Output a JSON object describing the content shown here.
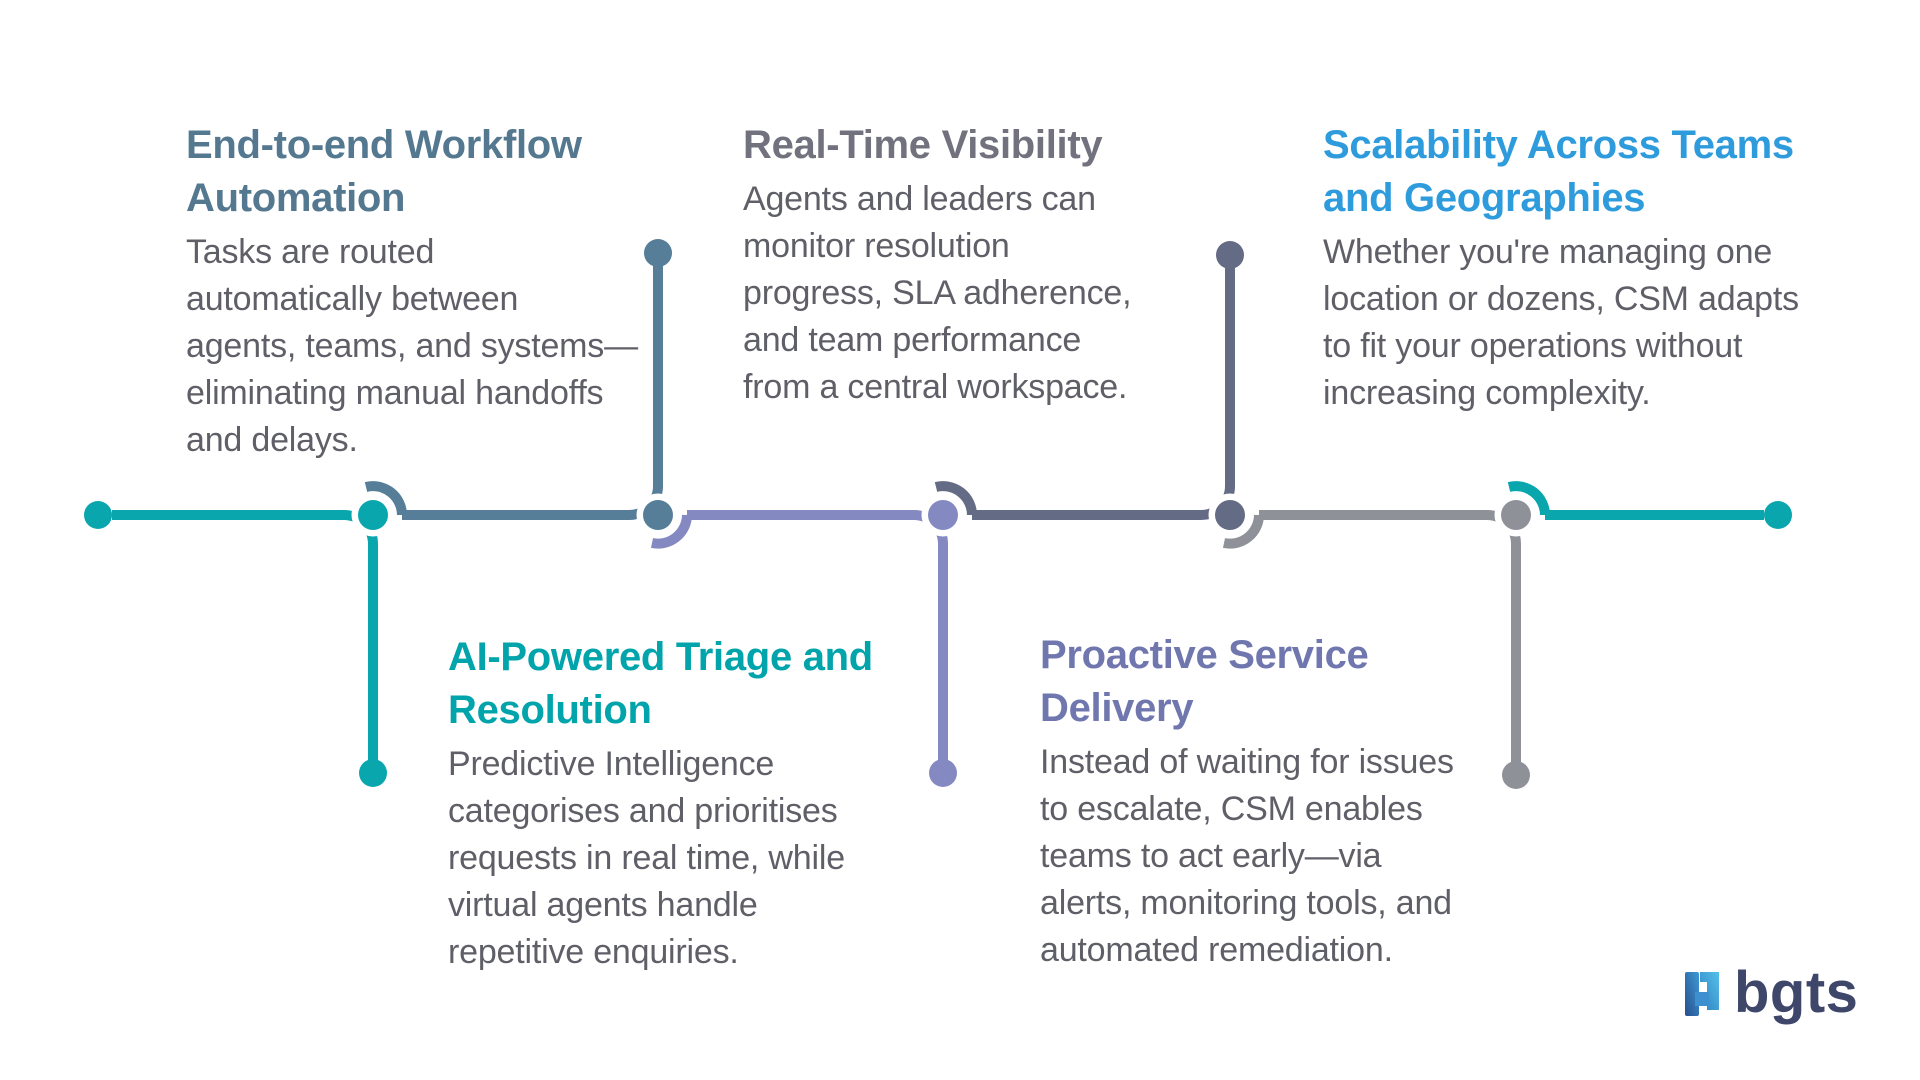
{
  "page": {
    "background": "#ffffff"
  },
  "cards": [
    {
      "id": "workflow-automation",
      "title": "End-to-end Workflow\nAutomation",
      "title_color": "#54788F",
      "body": "Tasks are routed\nautomatically between\nagents, teams, and systems—\neliminating manual handoffs\nand delays."
    },
    {
      "id": "realtime-visibility",
      "title": "Real-Time Visibility",
      "title_color": "#72727E",
      "body": "Agents and leaders can\nmonitor resolution\nprogress, SLA adherence,\nand team performance\nfrom a central workspace."
    },
    {
      "id": "scalability",
      "title": "Scalability Across Teams\nand Geographies",
      "title_color": "#2E9BDC",
      "body": "Whether you're managing one\nlocation or dozens, CSM adapts\nto fit your operations without\nincreasing complexity."
    },
    {
      "id": "ai-triage",
      "title": "AI-Powered Triage and\nResolution",
      "title_color": "#00A4AA",
      "body": "Predictive Intelligence\ncategorises and prioritises\nrequests in real time, while\nvirtual agents handle\nrepetitive enquiries."
    },
    {
      "id": "proactive-service",
      "title": "Proactive Service\nDelivery",
      "title_color": "#6F77AE",
      "body": "Instead of waiting for issues\nto escalate, CSM enables\nteams to act early—via\nalerts, monitoring tools, and\nautomated remediation."
    }
  ],
  "text": {
    "body_color": "#5F5F68"
  },
  "timeline": {
    "segment_colors": {
      "teal": "#0AA6AE",
      "steel": "#567E99",
      "lavender": "#8489C1",
      "slate": "#646B85",
      "gray": "#8E9198"
    }
  },
  "logo": {
    "text": "bgts",
    "text_color": "#3E4669",
    "mark_colors": [
      "#274E8D",
      "#2F7FC0",
      "#55C0EA"
    ]
  }
}
